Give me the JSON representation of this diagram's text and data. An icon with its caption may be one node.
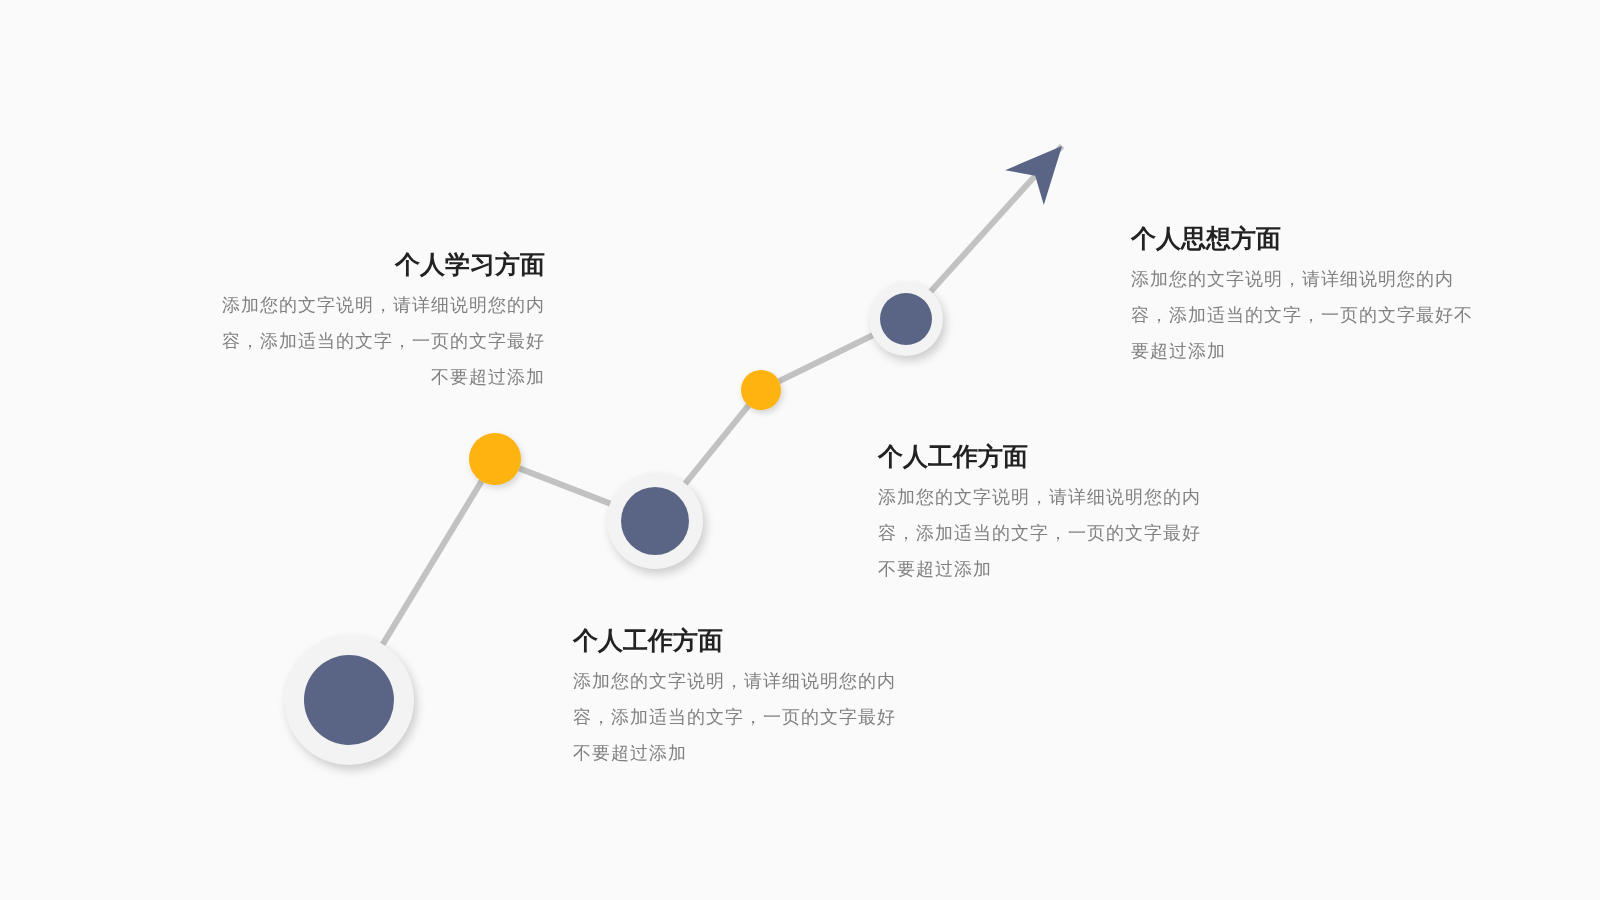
{
  "diagram": {
    "nodes": [
      {
        "text": [],
        "shape": "circle"
      },
      {
        "text": [],
        "shape": "circle"
      },
      {
        "text": [],
        "shape": "circle"
      },
      {
        "text": [],
        "shape": "circle"
      },
      {
        "text": [],
        "shape": "circle"
      }
    ],
    "edges": [
      {
        "from": 0,
        "to": 1,
        "arrow": "none"
      },
      {
        "from": 1,
        "to": 2,
        "arrow": "none"
      },
      {
        "from": 2,
        "to": 3,
        "arrow": "none"
      },
      {
        "from": 3,
        "to": 4,
        "arrow": "none"
      },
      {
        "from": 4,
        "to": null,
        "arrow": "to"
      }
    ],
    "labels": [
      "个人思想方面",
      "添加您的文字说明，请详细说明您的内容，添加适当的文字，一页的文字最好不要超过添加",
      "个人学习方面",
      "添加您的文字说明，请详细说明您的内容，添加适当的文字，一页的文字最好不要超过添加",
      "个人工作方面",
      "添加您的文字说明，请详细说明您的内容，添加适当的文字，一页的文字最好不要超过添加",
      "个人工作方面",
      "添加您的文字说明，请详细说明您的内容，添加适当的文字，一页的文字最好不要超过添加"
    ]
  }
}
